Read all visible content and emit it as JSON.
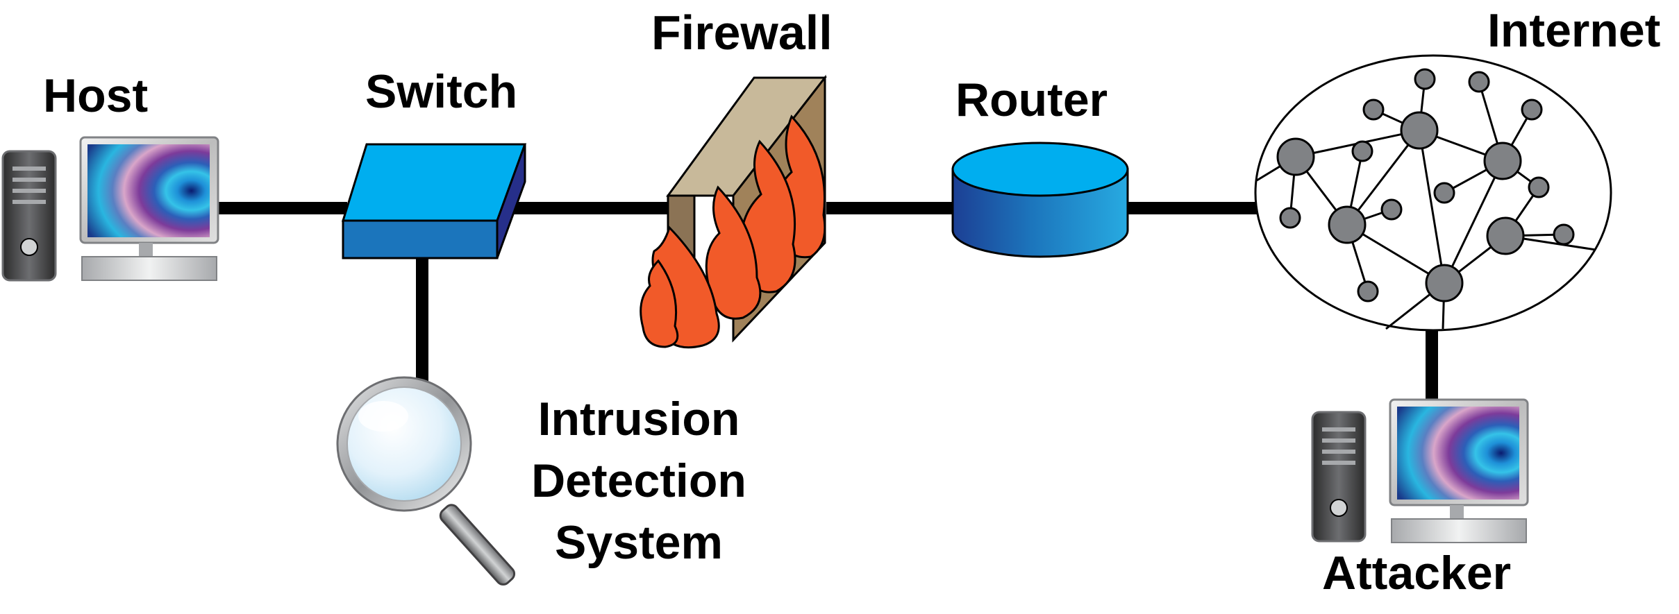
{
  "labels": {
    "host": "Host",
    "switch": "Switch",
    "firewall": "Firewall",
    "router": "Router",
    "internet": "Internet",
    "ids": [
      "Intrusion",
      "Detection",
      "System"
    ],
    "attacker": "Attacker"
  },
  "colors": {
    "switch_top": "#00aeef",
    "switch_side": "#1b75bc",
    "router_top": "#00aeef",
    "router_side": "#1c75bc",
    "flame": "#f15a29",
    "wall": "#c8b99a",
    "node": "#808285",
    "link": "#000000"
  },
  "icons": {
    "host": "desktop-computer-icon",
    "switch": "network-switch-icon",
    "firewall": "firewall-icon",
    "router": "router-icon",
    "internet": "internet-cloud-icon",
    "ids": "magnifying-glass-icon",
    "attacker": "desktop-computer-icon"
  }
}
